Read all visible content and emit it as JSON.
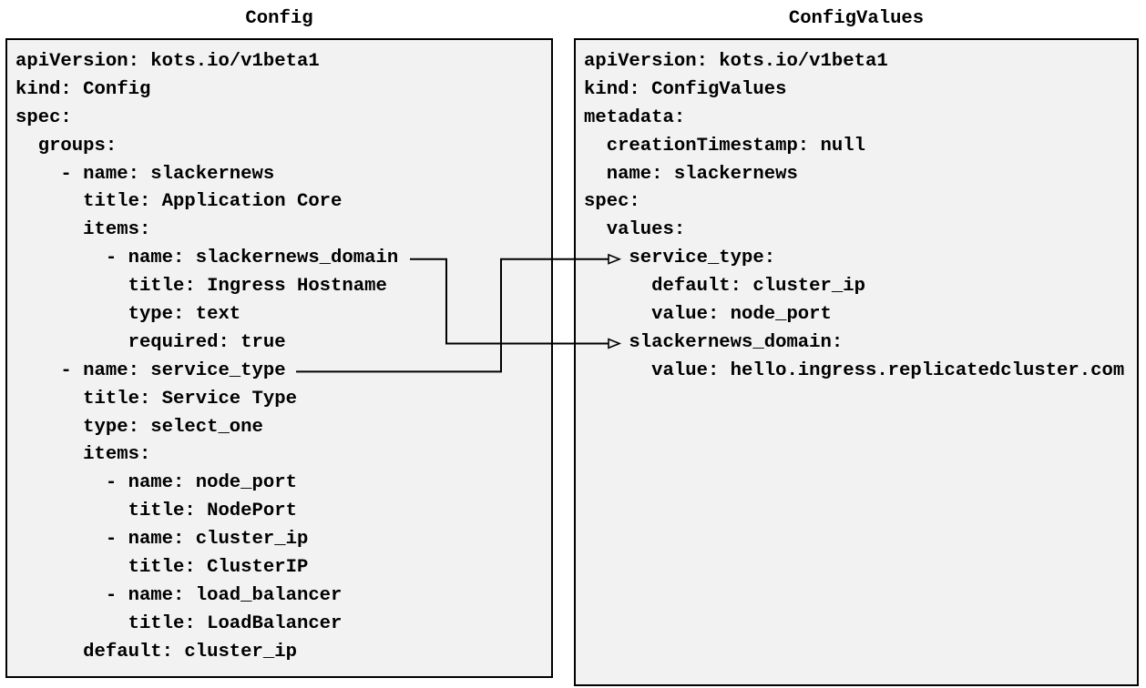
{
  "colors": {
    "page_background": "#ffffff",
    "panel_background": "#f2f2f2",
    "panel_border": "#000000",
    "text": "#000000",
    "connector": "#000000"
  },
  "left_panel": {
    "title": "Config",
    "lines": [
      "apiVersion: kots.io/v1beta1",
      "kind: Config",
      "spec:",
      "  groups:",
      "    - name: slackernews",
      "      title: Application Core",
      "      items:",
      "        - name: slackernews_domain",
      "          title: Ingress Hostname",
      "          type: text",
      "          required: true",
      "    - name: service_type",
      "      title: Service Type",
      "      type: select_one",
      "      items:",
      "        - name: node_port",
      "          title: NodePort",
      "        - name: cluster_ip",
      "          title: ClusterIP",
      "        - name: load_balancer",
      "          title: LoadBalancer",
      "      default: cluster_ip"
    ]
  },
  "right_panel": {
    "title": "ConfigValues",
    "lines": [
      "apiVersion: kots.io/v1beta1",
      "kind: ConfigValues",
      "metadata:",
      "  creationTimestamp: null",
      "  name: slackernews",
      "spec:",
      "  values:",
      "    service_type:",
      "      default: cluster_ip",
      "      value: node_port",
      "    slackernews_domain:",
      "      value: hello.ingress.replicatedcluster.com"
    ]
  },
  "connectors": [
    {
      "from": "Config item slackernews_domain",
      "to": "ConfigValues key slackernews_domain"
    },
    {
      "from": "Config item service_type",
      "to": "ConfigValues key service_type"
    }
  ]
}
